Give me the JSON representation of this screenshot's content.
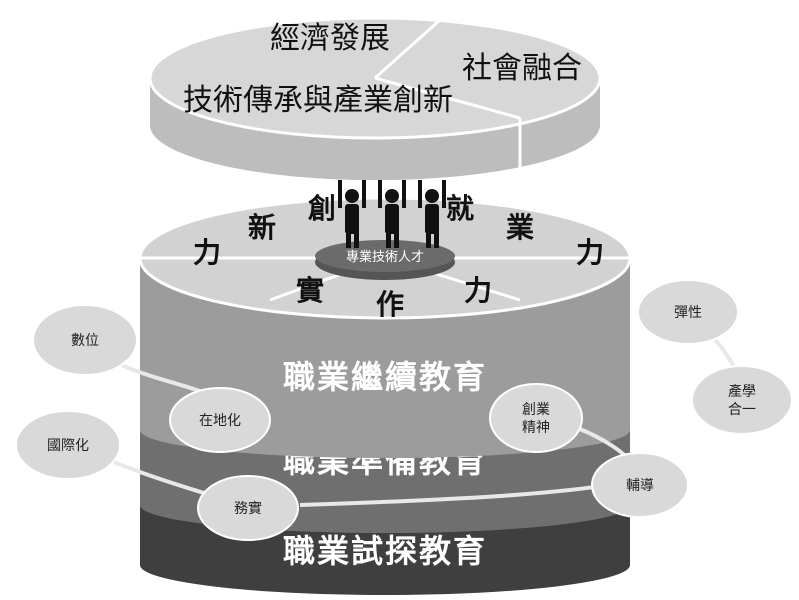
{
  "top_disc": {
    "economic": "經濟發展",
    "social": "社會融合",
    "tech": "技術傳承與產業創新"
  },
  "middle_disc": {
    "innovation": [
      "創",
      "新",
      "力"
    ],
    "employment": [
      "就",
      "業",
      "力"
    ],
    "practice": [
      "實",
      "作",
      "力"
    ],
    "center": "專業技術人才"
  },
  "bands": {
    "continuing": "職業繼續教育",
    "preparation": "職業準備教育",
    "exploration": "職業試探教育"
  },
  "bubbles": {
    "digital": "數位",
    "localization": "在地化",
    "internationalization": "國際化",
    "career": "務實",
    "entrepreneurship": [
      "創業",
      "精神"
    ],
    "flexible": "彈性",
    "industry": [
      "產學",
      "合一"
    ],
    "guidance": "輔導"
  },
  "colors": {
    "top_disc": "#d7d7d7",
    "mid_disc": "#d2d2d2",
    "band_continuing": "#9c9c9c",
    "band_preparation": "#6f6f6f",
    "band_exploration": "#3f3f3f",
    "bubble": "#d9d9d9"
  }
}
